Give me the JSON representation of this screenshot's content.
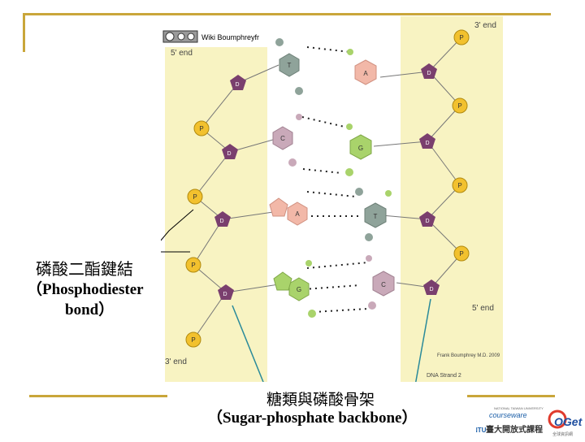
{
  "diagram": {
    "credit": "Wiki Boumphreyfr",
    "label_3end_top": "3' end",
    "label_5end_top": "5' end",
    "label_5end_bottom": "5' end",
    "label_3end_bottom": "3' end",
    "author": "Frank Boumphrey M.D. 2009",
    "strand2": "DNA Strand 2",
    "phosphate": "P",
    "deoxyribose": "D",
    "bases_left": [
      "T",
      "C",
      "A",
      "G"
    ],
    "bases_right": [
      "A",
      "G",
      "T",
      "C"
    ],
    "colors": {
      "backbone_band": "#f8f3c2",
      "phosphate": "#f2c12e",
      "sugar": "#7a3f6e",
      "thymine": "#8fa39a",
      "adenine": "#f2b8a8",
      "cytosine": "#c9a9b9",
      "guanine": "#a9d36b",
      "line_teal": "#2a8a9a"
    }
  },
  "labels": {
    "bond_cn": "磷酸二酯鍵結",
    "bond_en_1": "（Phosphodiester",
    "bond_en_2": "bond）",
    "backbone_cn": "糖類與磷酸骨架",
    "backbone_en": "（Sugar-phosphate backbone）"
  },
  "logo": {
    "courseware_small": "NATIONAL TAIWAN UNIVERSITY",
    "courseware": "courseware",
    "ntu_cn": "臺大開放式課程",
    "ntu_short": "NTU",
    "oget": "OGet",
    "oget_cn": "全球資訊網"
  }
}
